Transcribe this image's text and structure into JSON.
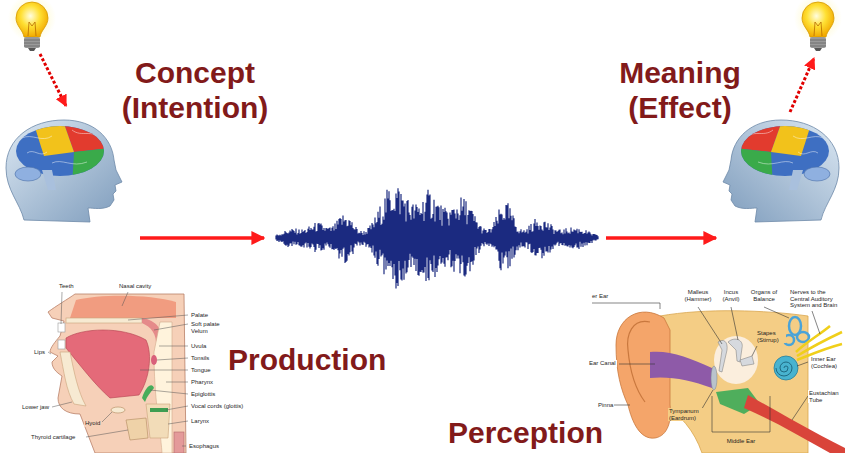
{
  "diagram": {
    "labels": [
      "Concept (Intention)",
      "Meaning (Effect)",
      "Nasal cavity",
      "Teeth",
      "Palate",
      "Soft palate Velum",
      "Uvula",
      "Tonsils",
      "Tongue",
      "Pharynx",
      "Epiglottis",
      "Vocal cords (glottis)",
      "Larynx",
      "Lips",
      "Lower jaw",
      "Hyoid",
      "Thyroid cartilage",
      "Esophagus",
      "Production",
      "er Ear",
      "Malleus (Hammer)",
      "Incus (Anvil)",
      "Organs of Balance",
      "Nerves to the Central Auditory System and Brain",
      "Stapes (Stirrup)",
      "Inner Ear (Cochlea)",
      "Ear Canal",
      "Eustachian Tube",
      "Pinna",
      "Tympanum (Eardrum)",
      "Middle Ear",
      "Perception"
    ]
  }
}
